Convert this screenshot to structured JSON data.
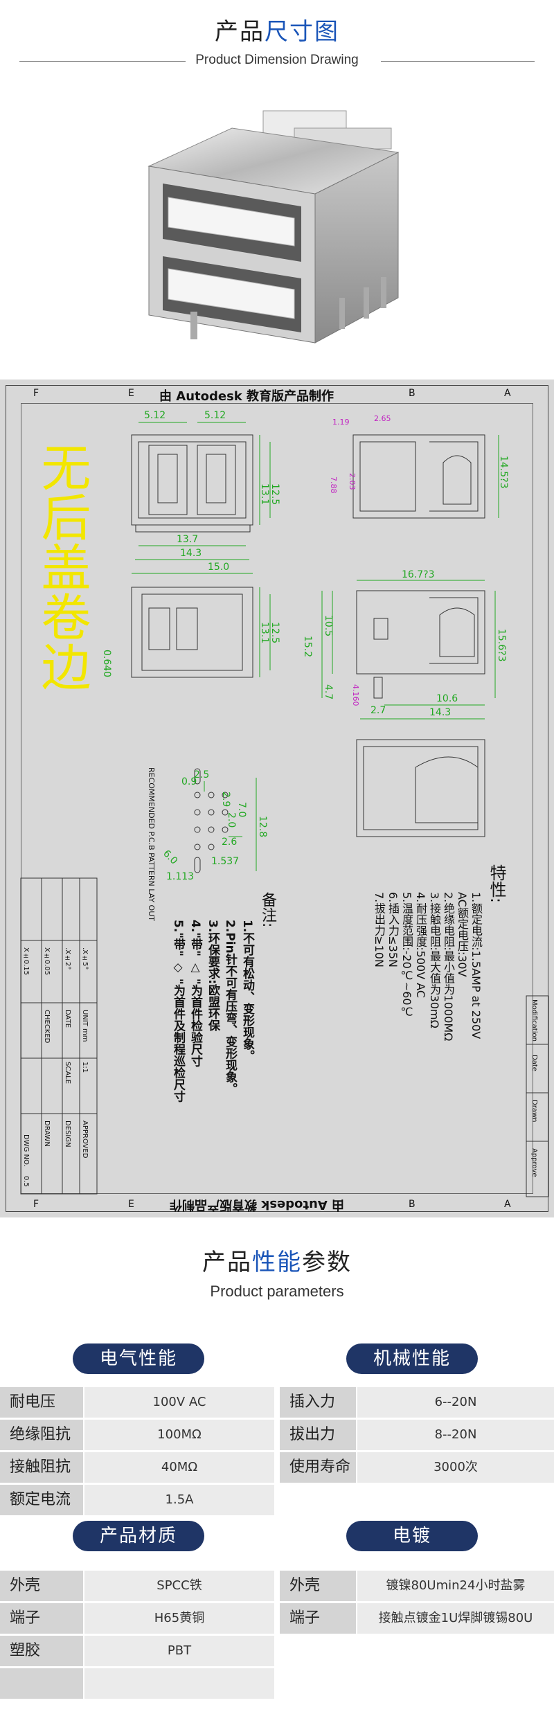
{
  "sections": {
    "dimension": {
      "title_prefix": "产品",
      "title_highlight": "尺寸图",
      "subtitle": "Product Dimension Drawing"
    },
    "parameters": {
      "title_prefix": "产品",
      "title_highlight": "性能",
      "title_suffix": "参数",
      "subtitle": "Product parameters"
    }
  },
  "drawing": {
    "header_banner": "由 Autodesk 教育版产品制作",
    "footer_banner": "由 Autodesk 教育版产品制作",
    "watermark": "无后盖卷边",
    "zone_letters_top": [
      "F",
      "E",
      "B",
      "A"
    ],
    "zone_letters_bottom": [
      "F",
      "E",
      "B",
      "A"
    ],
    "dims": {
      "front_w1": "5.12",
      "front_w2": "5.12",
      "front_h1": "13.1",
      "front_h2": "12.5",
      "front_w3": "13.7",
      "front_w4": "14.3",
      "front_w5": "15.0",
      "side_top": "2.65",
      "side_a": "1.19",
      "side_b": "7.88",
      "side_c": "2.03",
      "side_h": "14.5?3",
      "back_h1": "13.1",
      "back_h2": "12.5",
      "back_pin": "0.640",
      "top_w": "16.7?3",
      "top_h1": "10.5",
      "top_h2": "15.2",
      "top_h3": "4.7",
      "top_h4": "4.160",
      "top_w2": "2.7",
      "top_w3": "10.6",
      "top_w4": "14.3",
      "top_h5": "15.6?3",
      "pcb_a": "2.5",
      "pcb_b": "0.9",
      "pcb_c": "2.9",
      "pcb_d": "7.0",
      "pcb_e": "2.0",
      "pcb_f": "12.8",
      "pcb_g": "2.6",
      "pcb_h": "1.537",
      "pcb_i": "1.113",
      "pcb_j": "6.0"
    },
    "pcb_caption": "RECOMMENDED P.C.B PATTERN LAY OUT",
    "features_title": "特性:",
    "features": [
      "1.额定电流:1.5AMP at 250V",
      "  AC额定电压:30V",
      "2.绝缘电阻:最小值为1000MΩ",
      "3.接触电阻:最大值为30mΩ",
      "4.耐压强度:500V AC",
      "5.温度范围:-20℃~60℃",
      "6.插入力≤35N",
      "7.拔出力≥10N"
    ],
    "notes_title": "备注:",
    "notes": [
      "1.不可有松动、变形现象。",
      "2.Pin针不可有压弯、变形现象。",
      "3.环保要求:欧盟环保",
      "4.\"带\" △ \"为首件检验尺寸",
      "5.\"带\" ◇ \"为首件及制程巡检尺寸"
    ],
    "title_block": [
      "DWG NO.",
      "DRAWN",
      "CHECKED",
      "DESIGN",
      "APPROVED",
      "DATE",
      "SCALE",
      "1:1",
      "UNIT mm",
      "0.5",
      "X±0.15",
      "X±0.05",
      ".X±2°",
      ".X±5°"
    ],
    "rev_block": [
      "Modification",
      "Date",
      "Drawn",
      "Approve"
    ]
  },
  "params": {
    "electrical": {
      "title": "电气性能",
      "rows": [
        {
          "label": "耐电压",
          "value": "100V  AC"
        },
        {
          "label": "绝缘阻抗",
          "value": "100MΩ"
        },
        {
          "label": "接触阻抗",
          "value": "40MΩ"
        },
        {
          "label": "额定电流",
          "value": "1.5A"
        }
      ]
    },
    "mechanical": {
      "title": "机械性能",
      "rows": [
        {
          "label": "插入力",
          "value": "6--20N"
        },
        {
          "label": "拔出力",
          "value": "8--20N"
        },
        {
          "label": "使用寿命",
          "value": "3000次"
        }
      ]
    },
    "material": {
      "title": "产品材质",
      "rows": [
        {
          "label": "外壳",
          "value": "SPCC铁"
        },
        {
          "label": "端子",
          "value": "H65黄铜"
        },
        {
          "label": "塑胶",
          "value": "PBT"
        },
        {
          "label": "",
          "value": ""
        }
      ]
    },
    "plating": {
      "title": "电镀",
      "rows": [
        {
          "label": "外壳",
          "value": "镀镍80Umin24小时盐雾"
        },
        {
          "label": "端子",
          "value": "接触点镀金1U焊脚镀锡80U"
        }
      ]
    }
  }
}
